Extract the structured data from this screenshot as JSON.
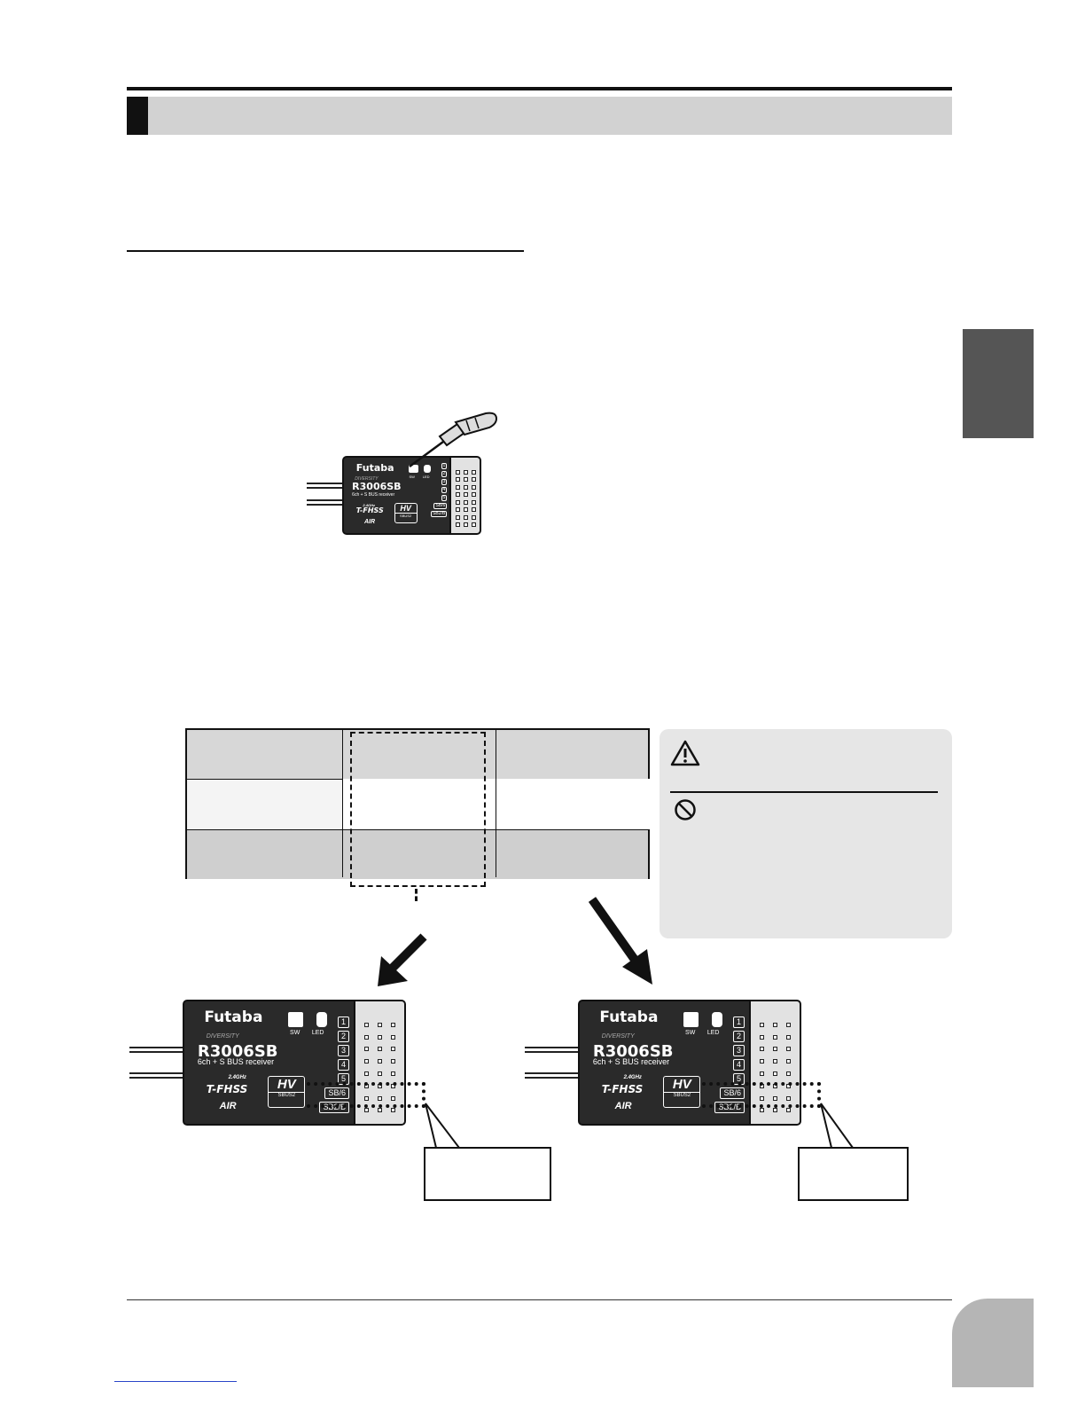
{
  "receiver": {
    "brand": "Futaba",
    "diversity": "DIVERSITY",
    "model": "R3006SB",
    "description": "6ch + S BUS receiver",
    "band": "2.4GHz",
    "protocol": "T-FHSS",
    "air": "AIR",
    "hv": "HV",
    "sbus": "SBUS2",
    "sw_label": "SW",
    "led_label": "LED",
    "channels": [
      "1",
      "2",
      "3",
      "4",
      "5",
      "SB/6",
      "SB2/B"
    ]
  },
  "colors": {
    "heading_bar": "#d2d2d2",
    "side_tab": "#555555",
    "page_tab": "#b5b5b5",
    "receiver_body": "#2a2a2a",
    "warning_panel": "#e6e6e6"
  },
  "icons": {
    "warning": "warning-triangle-icon",
    "prohibited": "prohibition-icon",
    "screwdriver": "screwdriver-icon"
  }
}
